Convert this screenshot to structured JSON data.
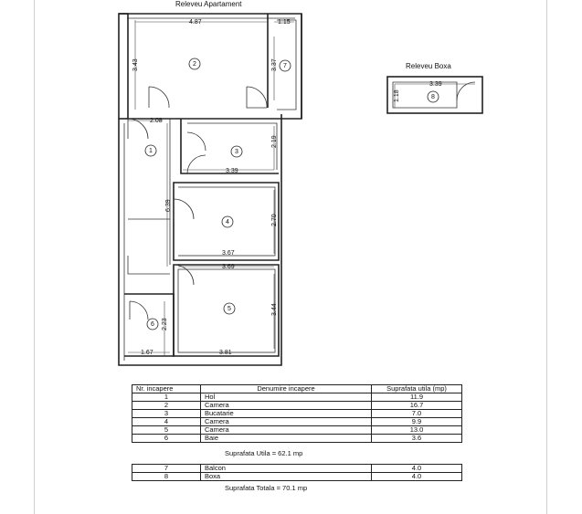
{
  "titles": {
    "apartment": "Releveu Apartament",
    "storage": "Releveu Boxa"
  },
  "dimensions": {
    "d487": "4.87",
    "d115": "1.15",
    "d343": "3.43",
    "d337": "3.37",
    "d208": "2.08",
    "d219": "2.19",
    "d339a": "3.39",
    "d639": "6.39",
    "d270": "2.70",
    "d367": "3.67",
    "d369": "3.69",
    "d344": "3.44",
    "d223": "2.23",
    "d167": "1.67",
    "d381": "3.81",
    "d339b": "3.39",
    "d118": "1.18"
  },
  "room_markers": [
    "1",
    "2",
    "3",
    "4",
    "5",
    "6",
    "7",
    "8"
  ],
  "table1": {
    "headers": [
      "Nr. incapere",
      "Denumire incapere",
      "Suprafata utila (mp)"
    ],
    "rows": [
      {
        "nr": "1",
        "name": "Hol",
        "area": "11.9"
      },
      {
        "nr": "2",
        "name": "Camera",
        "area": "16.7"
      },
      {
        "nr": "3",
        "name": "Bucatarie",
        "area": "7.0"
      },
      {
        "nr": "4",
        "name": "Camera",
        "area": "9.9"
      },
      {
        "nr": "5",
        "name": "Camera",
        "area": "13.0"
      },
      {
        "nr": "6",
        "name": "Baie",
        "area": "3.6"
      }
    ]
  },
  "summary_util": "Suprafata Utila = 62.1 mp",
  "table2": {
    "rows": [
      {
        "nr": "7",
        "name": "Balcon",
        "area": "4.0"
      },
      {
        "nr": "8",
        "name": "Boxa",
        "area": "4.0"
      }
    ]
  },
  "summary_total": "Suprafata Totala = 70.1 mp"
}
